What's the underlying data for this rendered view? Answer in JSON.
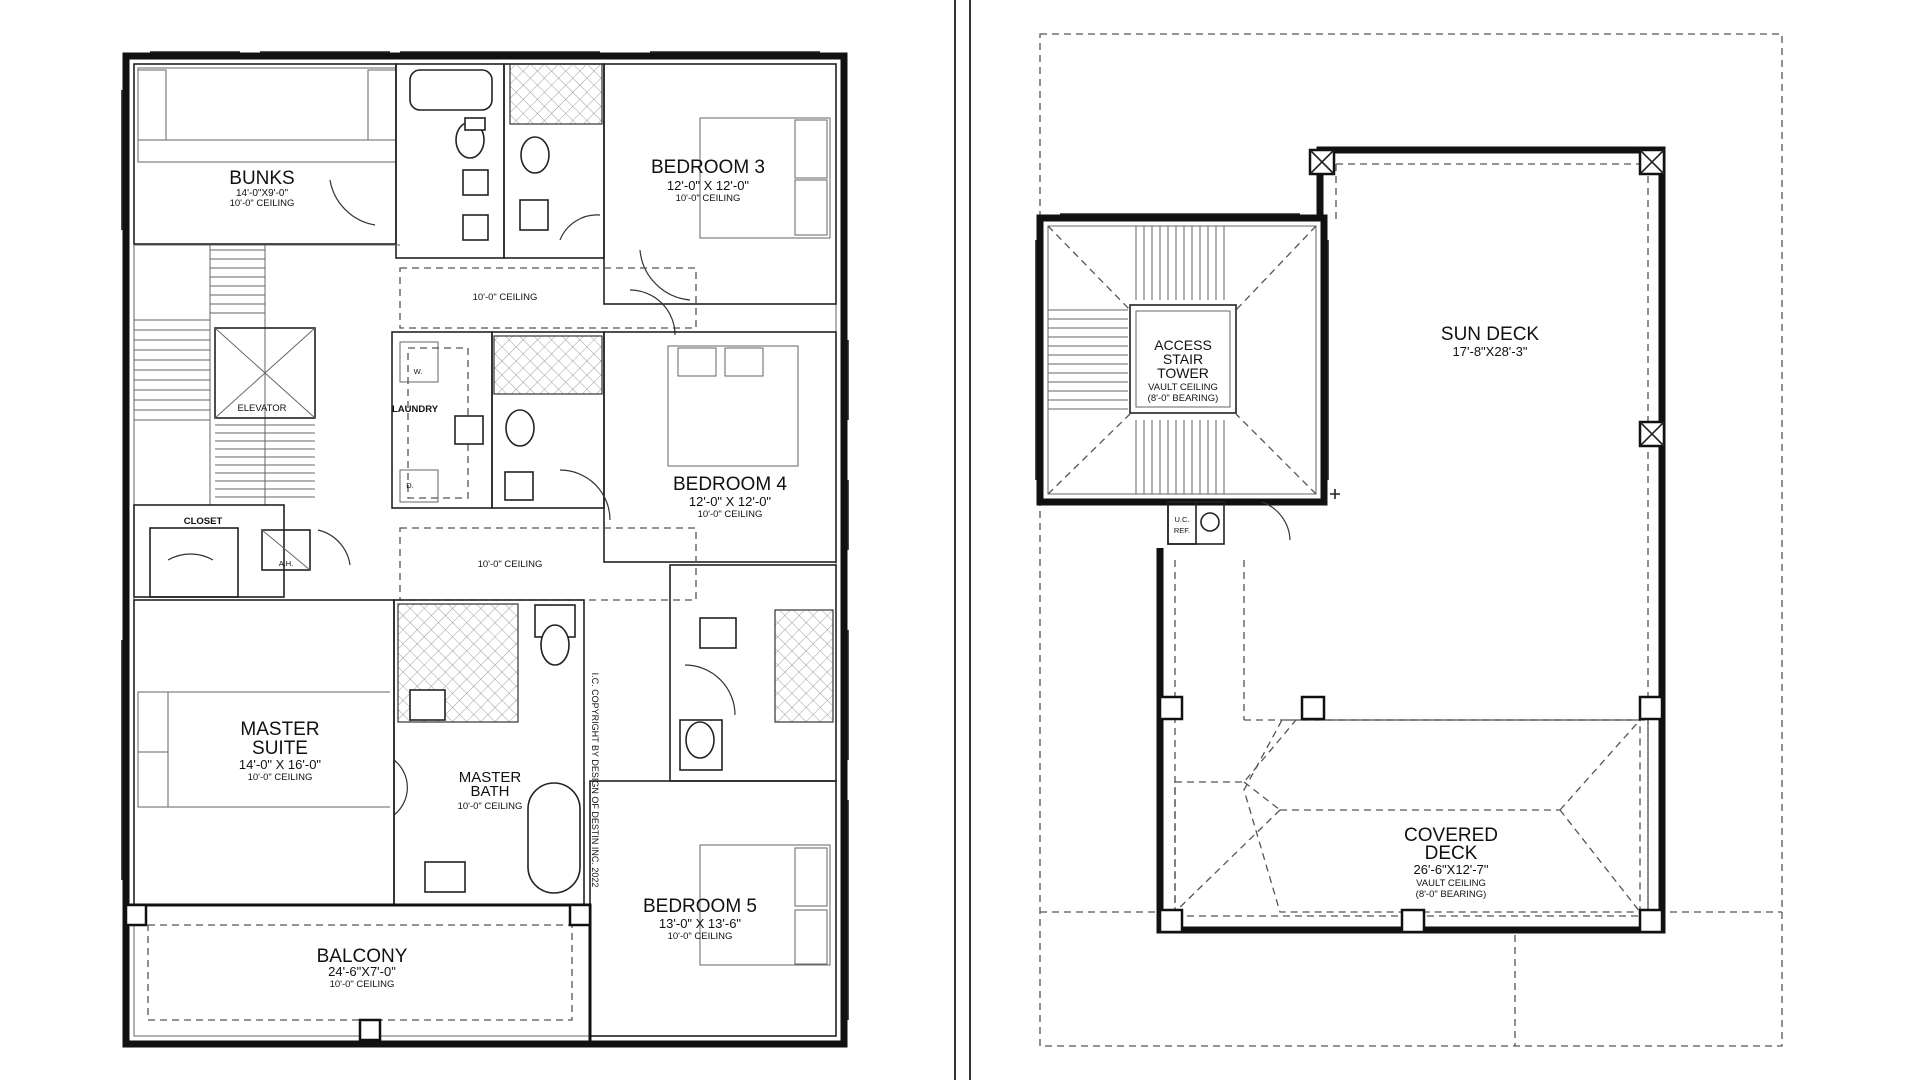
{
  "left_plan": {
    "bunks": {
      "name": "BUNKS",
      "dim": "14'-0\"X9'-0\"",
      "ceiling": "10'-0\" CEILING"
    },
    "bedroom3": {
      "name": "BEDROOM 3",
      "dim": "12'-0\" X 12'-0\"",
      "ceiling": "10'-0\" CEILING"
    },
    "hall_ceiling_top": "10'-0\" CEILING",
    "elevator": "ELEVATOR",
    "laundry": "LAUNDRY",
    "washer": "W.",
    "dryer": "D.",
    "bedroom4": {
      "name": "BEDROOM 4",
      "dim": "12'-0\" X 12'-0\"",
      "ceiling": "10'-0\" CEILING"
    },
    "closet": "CLOSET",
    "air_handler": "A.H.",
    "hall_ceiling_mid": "10'-0\" CEILING",
    "master_suite": {
      "name1": "MASTER",
      "name2": "SUITE",
      "dim": "14'-0\" X 16'-0\"",
      "ceiling": "10'-0\" CEILING"
    },
    "master_bath": {
      "name1": "MASTER",
      "name2": "BATH",
      "ceiling": "10'-0\" CEILING"
    },
    "copyright": "I.C. COPYRIGHT BY DESIGN OF DESTIN INC. 2022",
    "bedroom5": {
      "name": "BEDROOM 5",
      "dim": "13'-0\" X 13'-6\"",
      "ceiling": "10'-0\" CEILING"
    },
    "balcony": {
      "name": "BALCONY",
      "dim": "24'-6\"X7'-0\"",
      "ceiling": "10'-0\" CEILING"
    }
  },
  "right_plan": {
    "stair_tower": {
      "name1": "ACCESS",
      "name2": "STAIR",
      "name3": "TOWER",
      "ceiling": "VAULT CEILING",
      "bearing": "(8'-0\" BEARING)"
    },
    "sun_deck": {
      "name": "SUN DECK",
      "dim": "17'-8\"X28'-3\""
    },
    "uc_ref": {
      "line1": "U.C.",
      "line2": "REF."
    },
    "covered_deck": {
      "name1": "COVERED",
      "name2": "DECK",
      "dim": "26'-6\"X12'-7\"",
      "ceiling": "VAULT CEILING",
      "bearing": "(8'-0\" BEARING)"
    }
  },
  "colors": {
    "ink": "#111111",
    "paper": "#ffffff"
  }
}
